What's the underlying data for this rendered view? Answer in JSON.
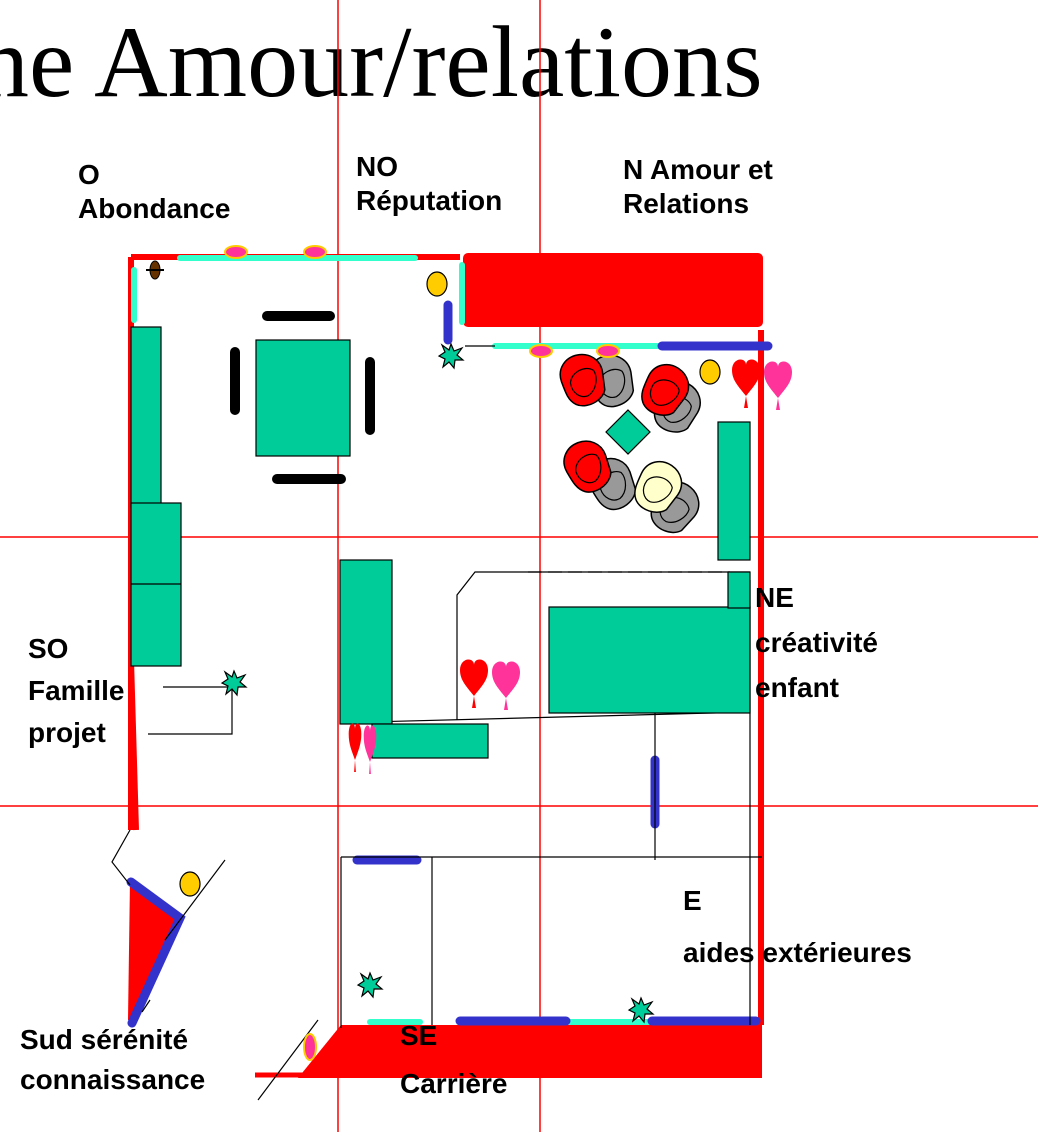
{
  "title": "ne Amour/relations",
  "zones": {
    "o": {
      "line1": "O",
      "line2": "Abondance"
    },
    "no": {
      "line1": "NO",
      "line2": "Réputation"
    },
    "n": {
      "line1": "N  Amour et",
      "line2": "Relations"
    },
    "so": {
      "line1": "SO",
      "line2": "Famille",
      "line3": "projet"
    },
    "ne": {
      "line1": "NE",
      "line2": "créativité",
      "line3": "enfant"
    },
    "e": {
      "line1": "E",
      "line2": "aides extérieures"
    },
    "se": {
      "line1": "SE",
      "line2": "Carrière"
    },
    "sud": {
      "line1": "Sud  sérénité",
      "line2": "connaissance"
    }
  },
  "colors": {
    "wall": "#ff0000",
    "furniture": "#00cc99",
    "window": "#33ffcc",
    "door": "#3333cc",
    "grid": "#ff0000",
    "light": "#ffcc00",
    "heart_red": "#ff0000",
    "heart_pink": "#ff3399",
    "chair_red": "#ff0000",
    "chair_cream": "#ffffcc",
    "mirror": "#ff3399",
    "shadow": "#999999"
  },
  "icons": [
    "plant-icon",
    "lamp-icon",
    "heart-icon",
    "armchair-icon",
    "mirror-icon",
    "door-icon",
    "window-icon"
  ]
}
